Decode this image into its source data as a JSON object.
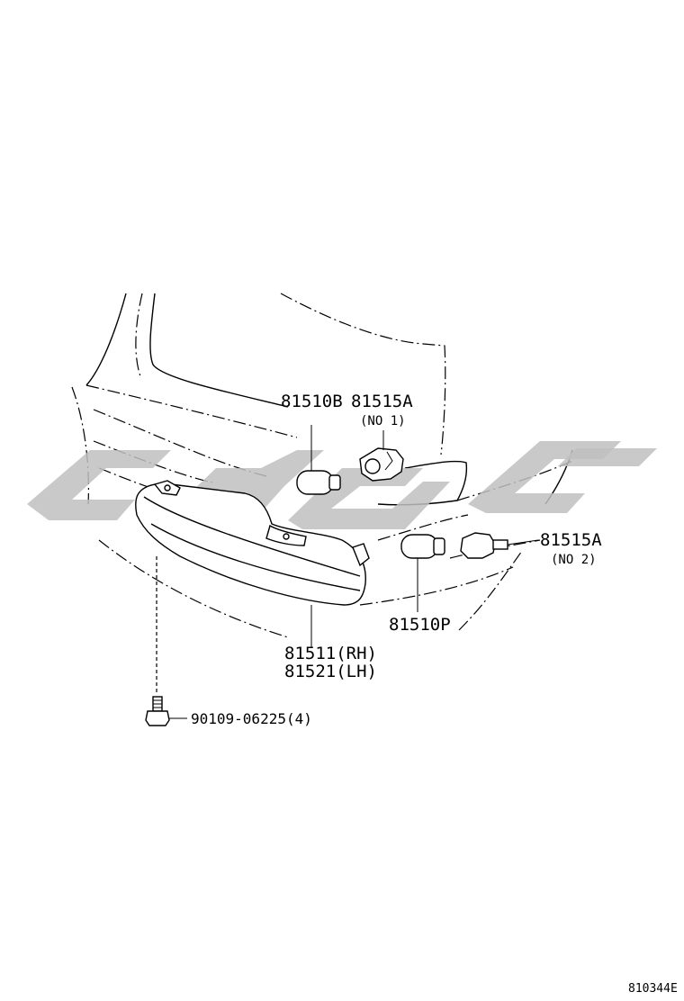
{
  "colors": {
    "line": "#000000",
    "background": "#ffffff",
    "watermark": "#bfbfbf"
  },
  "icons": {
    "watermark": "watermark-logo-icon",
    "bulb_front": "bulb-icon",
    "socket_front": "bulb-socket-icon",
    "bulb_side": "bulb-icon",
    "socket_side": "bulb-socket-icon",
    "lamp_unit": "turn-signal-lamp-icon",
    "screw": "screw-icon"
  },
  "callouts": {
    "bulb_front": "81510B",
    "socket_front": "81515A",
    "socket_front_note": "(NO 1)",
    "socket_side": "81515A",
    "socket_side_note": "(NO 2)",
    "bulb_side": "81510P",
    "lamp_rh": "81511(RH)",
    "lamp_lh": "81521(LH)",
    "screw": "90109-06225(4)"
  },
  "figure_code": "810344E"
}
